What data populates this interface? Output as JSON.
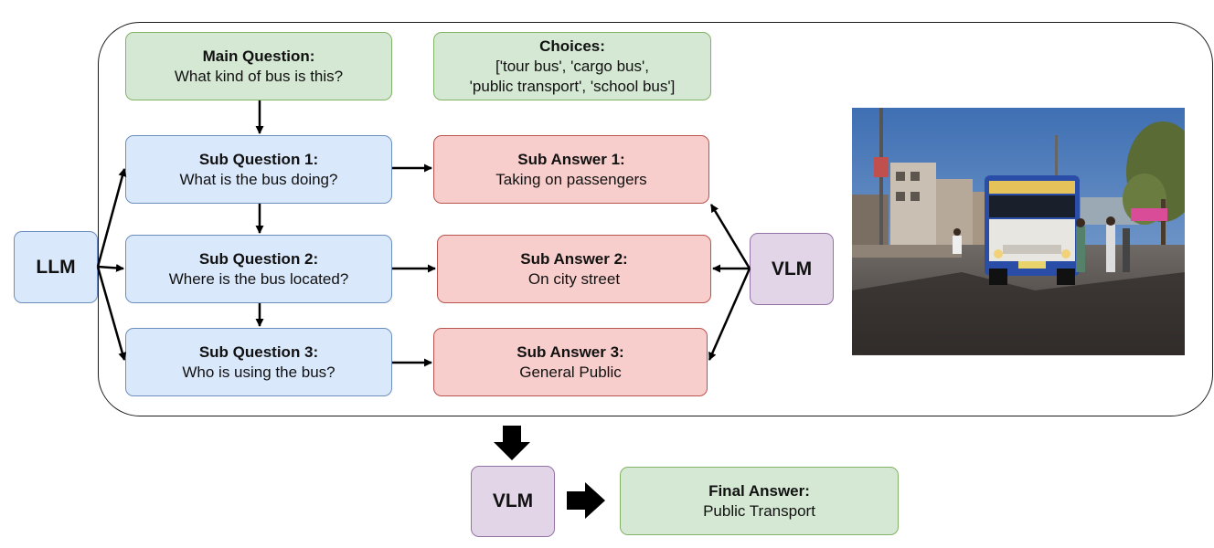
{
  "main_question": {
    "title": "Main Question:",
    "text": "What kind of bus is this?"
  },
  "choices": {
    "title": "Choices:",
    "line1": "['tour bus', 'cargo bus',",
    "line2": "'public transport', 'school bus']"
  },
  "sub_questions": [
    {
      "title": "Sub Question 1:",
      "text": "What is the bus doing?"
    },
    {
      "title": "Sub Question 2:",
      "text": "Where is the bus located?"
    },
    {
      "title": "Sub Question 3:",
      "text": "Who is using the bus?"
    }
  ],
  "sub_answers": [
    {
      "title": "Sub Answer 1:",
      "text": "Taking on passengers"
    },
    {
      "title": "Sub Answer 2:",
      "text": "On city street"
    },
    {
      "title": "Sub Answer 3:",
      "text": "General Public"
    }
  ],
  "llm_label": "LLM",
  "vlm_label": "VLM",
  "vlm_bottom_label": "VLM",
  "final_answer": {
    "title": "Final Answer:",
    "text": "Public Transport"
  },
  "colors": {
    "green_fill": "#d5e8d4",
    "blue_fill": "#dae8fc",
    "red_fill": "#f8cecc",
    "purple_fill": "#e1d5e7"
  }
}
